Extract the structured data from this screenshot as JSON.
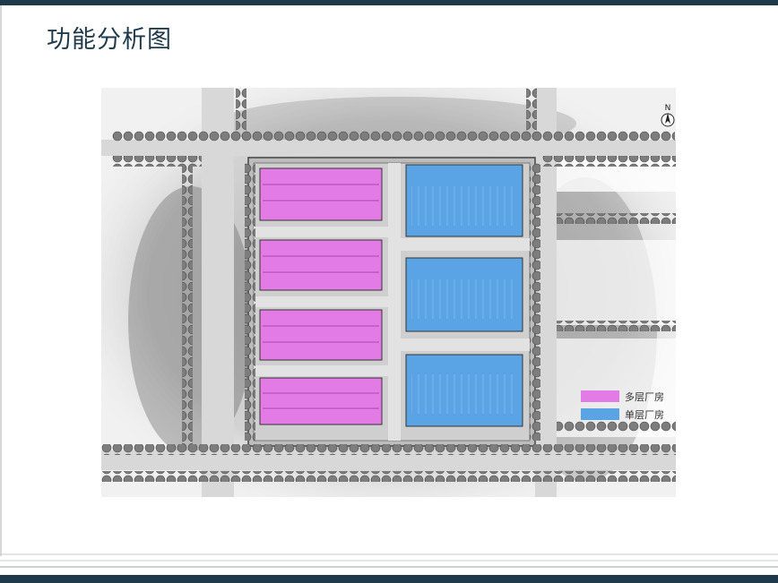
{
  "page": {
    "title": "功能分析图"
  },
  "legend": {
    "items": [
      {
        "label": "多层厂房",
        "color": "#e37be6"
      },
      {
        "label": "单层厂房",
        "color": "#5aa4e6"
      }
    ]
  },
  "compass": {
    "label": "N"
  },
  "colors": {
    "header": "#1f3a4a",
    "multi_floor": "#e37be6",
    "single_floor": "#5aa4e6",
    "road": "#d8d8d8"
  }
}
